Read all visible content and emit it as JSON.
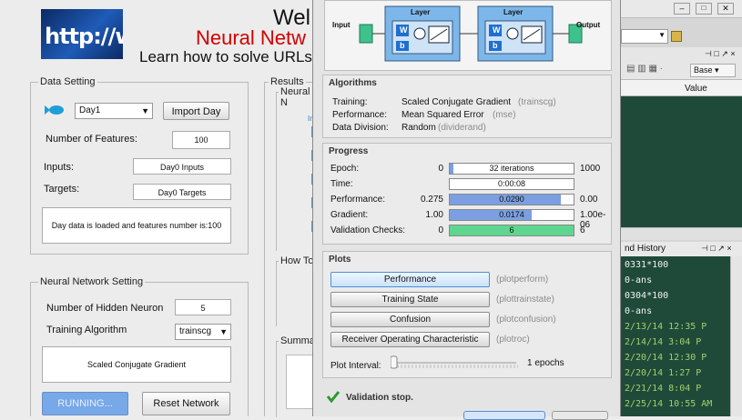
{
  "left": {
    "logo_text": "http://w",
    "title_line1": "Wel",
    "title_line2": "Neural Netw",
    "title_line3": "Learn how to solve URLs",
    "data_setting": {
      "legend": "Data Setting",
      "day_select": "Day1",
      "import_button": "Import Day",
      "features_label": "Number of Features:",
      "features_value": "100",
      "inputs_label": "Inputs:",
      "inputs_value": "Day0 Inputs",
      "targets_label": "Targets:",
      "targets_value": "Day0 Targets",
      "message": "Day data is loaded and features number is:100"
    },
    "nn_setting": {
      "legend": "Neural Network Setting",
      "hidden_label": "Number of Hidden Neuron",
      "hidden_value": "5",
      "algo_label": "Training Algorithm",
      "algo_select": "trainscg",
      "algo_desc": "Scaled Conjugate Gradient",
      "running_button": "RUNNING...",
      "reset_button": "Reset Network"
    },
    "results_legend": "Results",
    "results_sub": "Neural N",
    "results_in": "In",
    "howto_legend": "How To",
    "summary_legend": "Summary",
    "summary_n": "N"
  },
  "dialog": {
    "diagram": {
      "input": "Input",
      "layer1": "Layer",
      "layer2": "Layer",
      "output": "Output",
      "w": "W",
      "b": "b"
    },
    "algorithms": {
      "title": "Algorithms",
      "rows": [
        {
          "label": "Training:",
          "value": "Scaled Conjugate Gradient",
          "fn": "(trainscg)"
        },
        {
          "label": "Performance:",
          "value": "Mean Squared Error",
          "fn": "(mse)"
        },
        {
          "label": "Data Division:",
          "value": "Random",
          "fn": "(dividerand)"
        }
      ]
    },
    "progress": {
      "title": "Progress",
      "rows": [
        {
          "label": "Epoch:",
          "start": "0",
          "bar": "32 iterations",
          "end": "1000",
          "fill": 0.03
        },
        {
          "label": "Time:",
          "start": "",
          "bar": "0:00:08",
          "end": "",
          "fill": 0
        },
        {
          "label": "Performance:",
          "start": "0.275",
          "bar": "0.0290",
          "end": "0.00",
          "fill": 0.9
        },
        {
          "label": "Gradient:",
          "start": "1.00",
          "bar": "0.0174",
          "end": "1.00e-06",
          "fill": 0.66
        },
        {
          "label": "Validation Checks:",
          "start": "0",
          "bar": "6",
          "end": "6",
          "fill": 1.0
        }
      ]
    },
    "plots": {
      "title": "Plots",
      "buttons": [
        {
          "label": "Performance",
          "fn": "(plotperform)"
        },
        {
          "label": "Training State",
          "fn": "(plottrainstate)"
        },
        {
          "label": "Confusion",
          "fn": "(plotconfusion)"
        },
        {
          "label": "Receiver Operating Characteristic",
          "fn": "(plotroc)"
        }
      ],
      "interval_label": "Plot Interval:",
      "interval_value": "1 epochs"
    },
    "status": "Validation stop."
  },
  "right": {
    "workspace_header": "Value",
    "base_select": "Base",
    "history_title": "nd History",
    "history": [
      "0331*100",
      "0-ans",
      "0304*100",
      "0-ans",
      "2/13/14 12:35 P",
      "2/14/14  3:04 P",
      "2/20/14 12:30 P",
      "2/20/14  1:27 P",
      "2/21/14  8:04 P",
      "2/25/14 10:55 AM"
    ]
  }
}
